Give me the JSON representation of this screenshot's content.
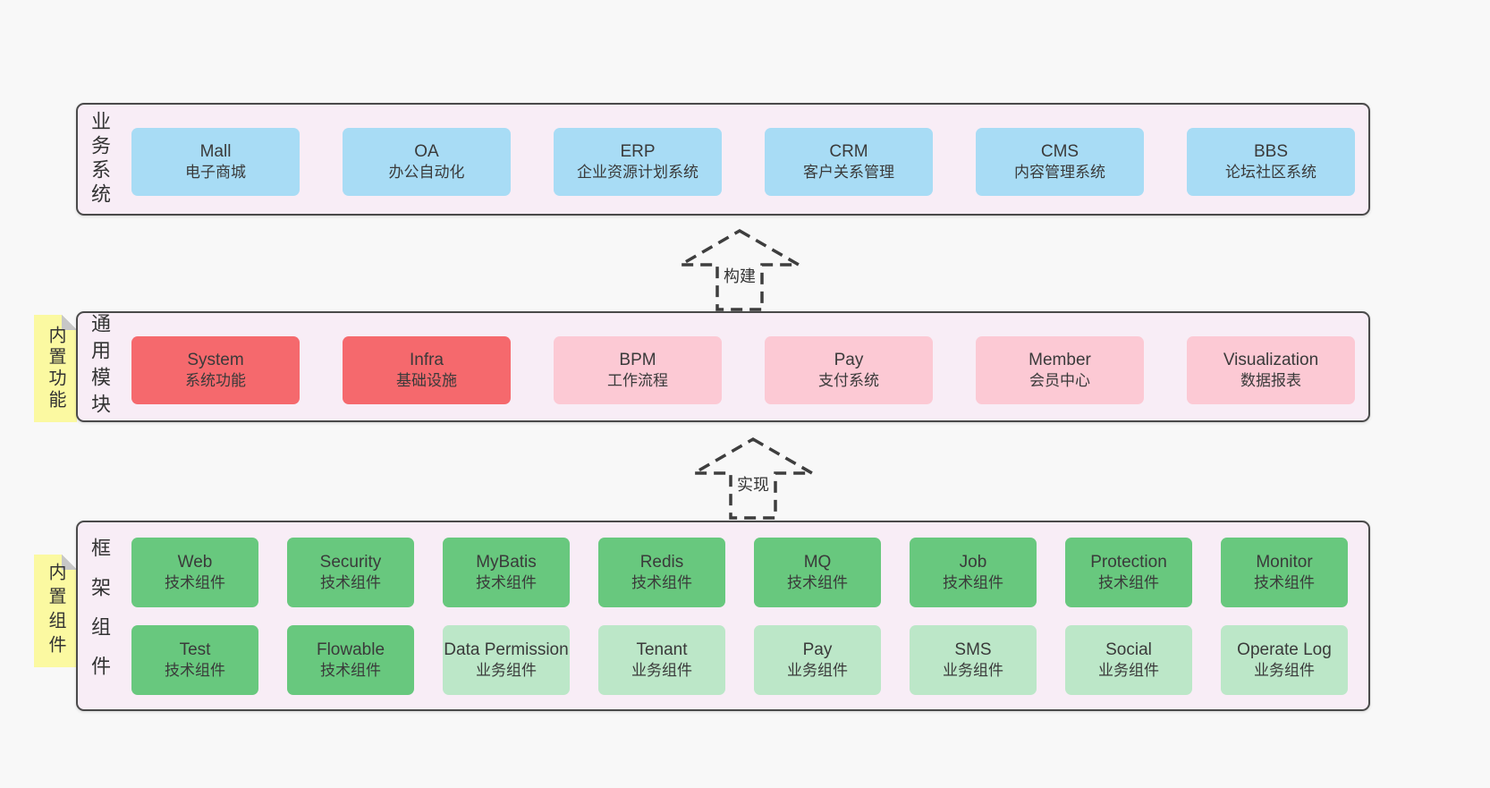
{
  "colors": {
    "page_bg": "#f8f8f8",
    "band_bg": "#f8edf6",
    "band_border": "#4a4a4a",
    "box_blue": "#a8dcf5",
    "box_red": "#f5696d",
    "box_pink": "#fcc9d4",
    "box_green": "#68c87e",
    "box_light_green": "#bce7c8",
    "sticky_yellow": "#fbf9a1",
    "sticky_fold_gray": "#c7c7c7",
    "text": "#3a3a3a"
  },
  "arrows": [
    {
      "label": "构建"
    },
    {
      "label": "实现"
    }
  ],
  "bands": [
    {
      "label": "业务系统",
      "boxes": [
        {
          "name": "Mall",
          "desc": "电子商城"
        },
        {
          "name": "OA",
          "desc": "办公自动化"
        },
        {
          "name": "ERP",
          "desc": "企业资源计划系统"
        },
        {
          "name": "CRM",
          "desc": "客户关系管理"
        },
        {
          "name": "CMS",
          "desc": "内容管理系统"
        },
        {
          "name": "BBS",
          "desc": "论坛社区系统"
        }
      ]
    },
    {
      "label": "通用模块",
      "sticky": "内置功能",
      "boxes": [
        {
          "name": "System",
          "desc": "系统功能"
        },
        {
          "name": "Infra",
          "desc": "基础设施"
        },
        {
          "name": "BPM",
          "desc": "工作流程"
        },
        {
          "name": "Pay",
          "desc": "支付系统"
        },
        {
          "name": "Member",
          "desc": "会员中心"
        },
        {
          "name": "Visualization",
          "desc": "数据报表"
        }
      ]
    },
    {
      "label": "框架组件",
      "sticky": "内置组件",
      "row1": [
        {
          "name": "Web",
          "desc": "技术组件"
        },
        {
          "name": "Security",
          "desc": "技术组件"
        },
        {
          "name": "MyBatis",
          "desc": "技术组件"
        },
        {
          "name": "Redis",
          "desc": "技术组件"
        },
        {
          "name": "MQ",
          "desc": "技术组件"
        },
        {
          "name": "Job",
          "desc": "技术组件"
        },
        {
          "name": "Protection",
          "desc": "技术组件"
        },
        {
          "name": "Monitor",
          "desc": "技术组件"
        }
      ],
      "row2": [
        {
          "name": "Test",
          "desc": "技术组件"
        },
        {
          "name": "Flowable",
          "desc": "技术组件"
        },
        {
          "name": "Data Permission",
          "desc": "业务组件"
        },
        {
          "name": "Tenant",
          "desc": "业务组件"
        },
        {
          "name": "Pay",
          "desc": "业务组件"
        },
        {
          "name": "SMS",
          "desc": "业务组件"
        },
        {
          "name": "Social",
          "desc": "业务组件"
        },
        {
          "name": "Operate Log",
          "desc": "业务组件"
        }
      ]
    }
  ]
}
